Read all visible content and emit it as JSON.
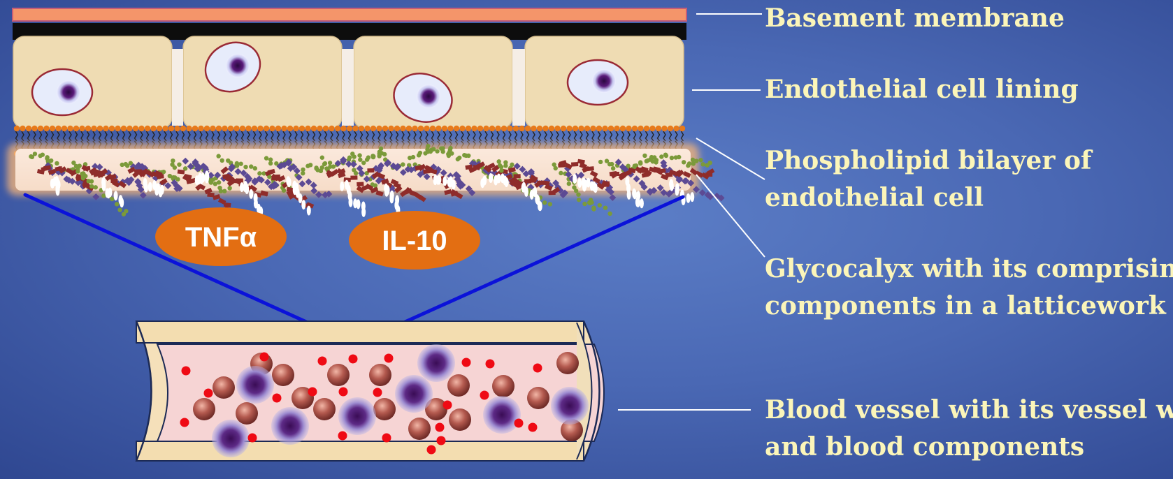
{
  "labels": {
    "basement_membrane": "Basement membrane",
    "endothelial_lining": "Endothelial cell lining",
    "phospholipid_line1": "Phospholipid bilayer of",
    "phospholipid_line2": "endothelial cell",
    "glycocalyx_line1": "Glycocalyx with its comprising",
    "glycocalyx_line2": "components in a latticework",
    "vessel_line1": "Blood vessel with its vessel wall",
    "vessel_line2": "and blood components"
  },
  "cytokines": {
    "tnf": "TNFα",
    "il10": "IL-10"
  },
  "colors": {
    "background": "#4a68b4",
    "label_text": "#fbf5b9",
    "basement_membrane": "#f4956a",
    "cell_body": "#efdcb3",
    "nucleus": "#4a1060",
    "phospholipid_head": "#e77a1b",
    "cytokine_badge": "#e36e12",
    "zoom_lines": "#0b12d9",
    "red_blood_cell": "#b5584d",
    "platelet": "#ef0a14"
  }
}
